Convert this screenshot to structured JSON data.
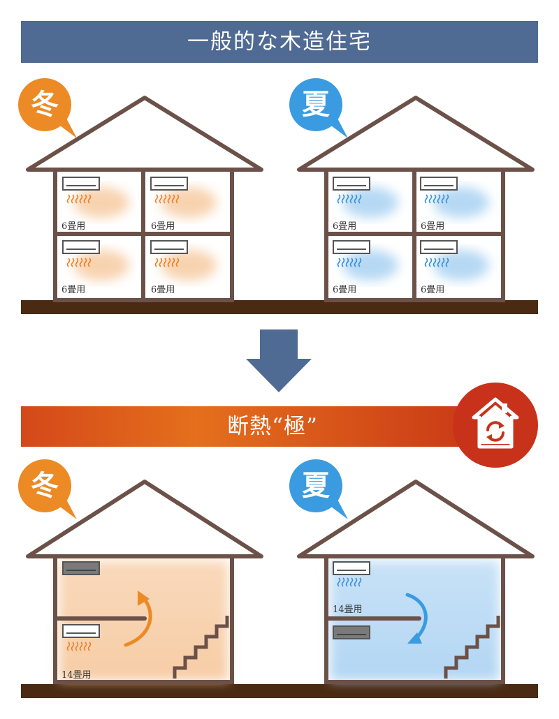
{
  "header": {
    "title": "一般的な木造住宅"
  },
  "upgrade": {
    "title": "断熱“極”",
    "seal_icon": "house-recycle-icon"
  },
  "seasons": {
    "winter": "冬",
    "summer": "夏"
  },
  "top_houses": {
    "winter": {
      "rooms": [
        "6畳用",
        "6畳用",
        "6畳用",
        "6畳用"
      ]
    },
    "summer": {
      "rooms": [
        "6畳用",
        "6畳用",
        "6畳用",
        "6畳用"
      ]
    }
  },
  "bottom_houses": {
    "winter": {
      "room": "14畳用"
    },
    "summer": {
      "room": "14畳用"
    }
  },
  "colors": {
    "header": "#4f6a93",
    "winter_badge": "#ec8a25",
    "summer_badge": "#3a9be0",
    "warm_air": "#f6c89c",
    "cool_air": "#a9d2f2",
    "house_outline": "#6b5148",
    "ground": "#4a2a12",
    "accent_red": "#c8321a"
  }
}
